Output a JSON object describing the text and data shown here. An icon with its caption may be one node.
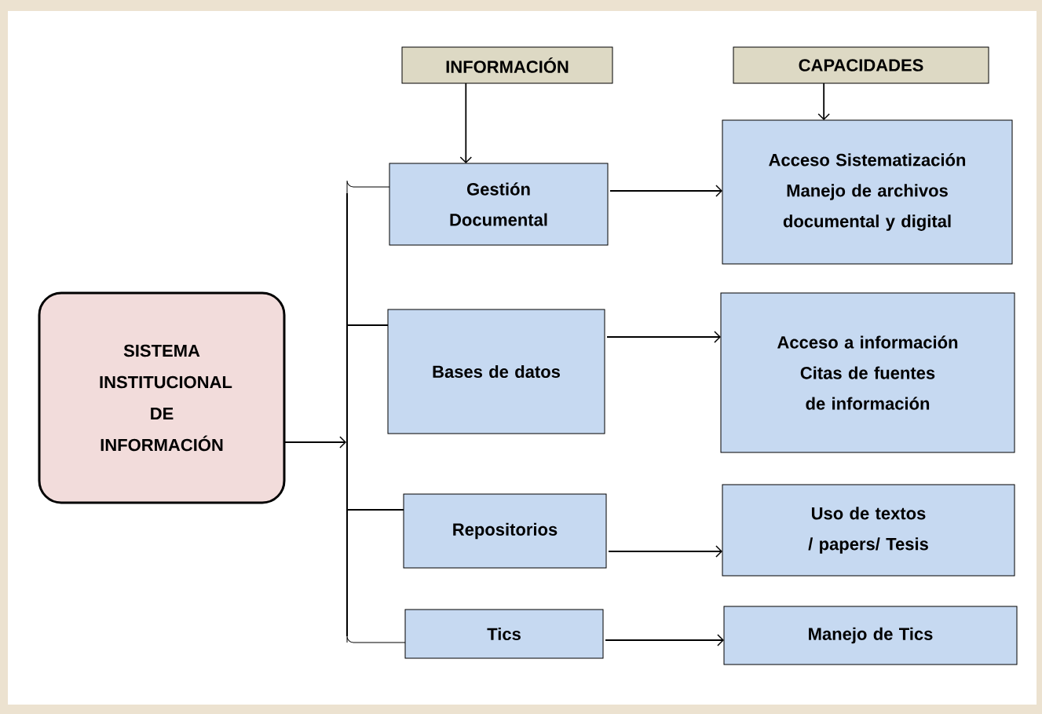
{
  "diagram": {
    "nodes": [
      {
        "text": [
          "SISTEMA INSTITUCIONAL DE INFORMACIÓN"
        ]
      },
      {
        "text": [
          "INFORMACIÓN"
        ]
      },
      {
        "text": [
          "CAPACIDADES"
        ]
      },
      {
        "text": [
          "Gestión Documental"
        ]
      },
      {
        "text": [
          "Acceso Sistematización Manejo de archivos documental y digital"
        ]
      },
      {
        "text": [
          "Bases de datos"
        ]
      },
      {
        "text": [
          "Acceso a información Citas de fuentes de información"
        ]
      },
      {
        "text": [
          "Repositorios"
        ]
      },
      {
        "text": [
          "Uso de textos / papers/ Tesis"
        ]
      },
      {
        "text": [
          "Tics"
        ]
      },
      {
        "text": [
          "Manejo de Tics"
        ]
      },
      {
        "text": [],
        "shape": "bar"
      }
    ],
    "edges": [
      {
        "from": 0,
        "to": 11,
        "arrow": "to"
      },
      {
        "from": 11,
        "to": 3,
        "arrow": "none"
      },
      {
        "from": 11,
        "to": 5,
        "arrow": "none"
      },
      {
        "from": 11,
        "to": 7,
        "arrow": "none"
      },
      {
        "from": 11,
        "to": 9,
        "arrow": "none"
      },
      {
        "from": 1,
        "to": 3,
        "arrow": "to"
      },
      {
        "from": 2,
        "to": 4,
        "arrow": "to"
      },
      {
        "from": 3,
        "to": 4,
        "arrow": "to"
      },
      {
        "from": 5,
        "to": 6,
        "arrow": "to"
      },
      {
        "from": 7,
        "to": 8,
        "arrow": "to"
      },
      {
        "from": 9,
        "to": 10,
        "arrow": "to"
      }
    ]
  }
}
